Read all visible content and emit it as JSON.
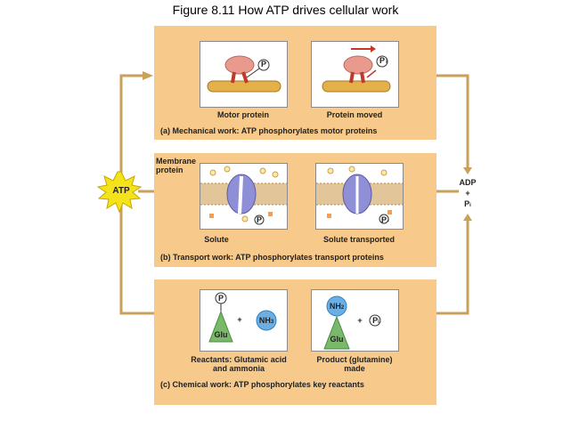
{
  "title": "Figure 8.11  How ATP drives cellular work",
  "atp_label": "ATP",
  "adp": {
    "adp": "ADP",
    "plus": "+",
    "pi": "P",
    "pi_sub": "i"
  },
  "panel_a": {
    "left_label": "Motor protein",
    "right_label": "Protein moved",
    "caption": "(a) Mechanical work: ATP phosphorylates motor proteins",
    "p_left": "P",
    "p_right": "P",
    "p_right_sub": "i"
  },
  "panel_b": {
    "membrane_label": "Membrane\nprotein",
    "left_label": "Solute",
    "right_label": "Solute transported",
    "caption": "(b) Transport work: ATP phosphorylates transport proteins",
    "p_left": "P",
    "p_right": "P",
    "p_right_sub": "i"
  },
  "panel_c": {
    "p_top": "P",
    "glu": "Glu",
    "plus": "+",
    "nh3": "NH",
    "nh3_sub": "3",
    "glu_right": "Glu",
    "nh2": "NH",
    "nh2_sub": "2",
    "plus_right": "+",
    "pi": "P",
    "pi_sub": "i",
    "left_label": "Reactants: Glutamic acid\nand ammonia",
    "right_label": "Product (glutamine)\nmade",
    "caption": "(c) Chemical work: ATP phosphorylates key reactants"
  },
  "colors": {
    "panel": "#f7c98a",
    "atp_star": "#f4e31b",
    "arrow": "#c9a15a",
    "myosin": "#e99a8c",
    "actin": "#e4b04a",
    "membrane": "#e3c59a",
    "protein": "#8e8fd6",
    "glu": "#7ab86a",
    "nh": "#6ab0e6"
  }
}
